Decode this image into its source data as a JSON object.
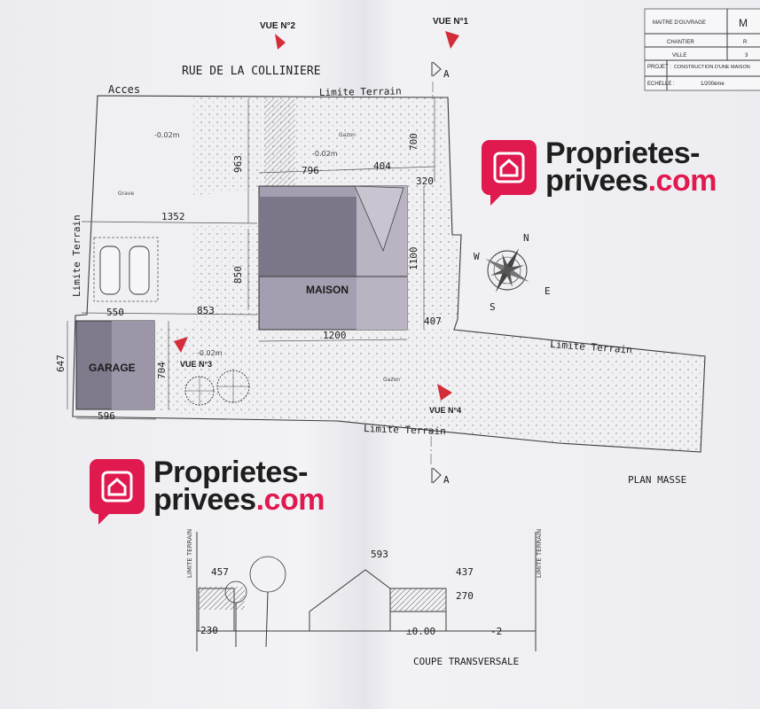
{
  "title_block": {
    "rows": [
      {
        "label": "MAITRE D'OUVRAGE",
        "value": "M"
      },
      {
        "label": "CHANTIER",
        "value": "R"
      },
      {
        "label": "VILLE",
        "value": "3"
      },
      {
        "label": "PROJET :",
        "value": "CONSTRUCTION D'UNE MAISON"
      },
      {
        "label": "ECHELLE :",
        "value": "1/200ème"
      }
    ]
  },
  "plan": {
    "street": "RUE DE LA COLLINIERE",
    "acces": "Acces",
    "limite_terrain": "Limite Terrain",
    "maison": "MAISON",
    "garage": "GARAGE",
    "grave": "Grave",
    "gazon": "Gazon",
    "plan_masse": "PLAN MASSE",
    "section_mark": "A",
    "views": [
      "VUE N°1",
      "VUE N°2",
      "VUE N°3",
      "VUE N°4"
    ],
    "levels": [
      "-0.02m",
      "-0.02m",
      "-0.02m"
    ],
    "dims": [
      "963",
      "796",
      "404",
      "700",
      "320",
      "1352",
      "1100",
      "850",
      "853",
      "550",
      "407",
      "1200",
      "647",
      "704",
      "596"
    ],
    "compass": [
      "N",
      "E",
      "S",
      "W"
    ]
  },
  "coupe": {
    "title": "COUPE TRANSVERSALE",
    "limite_terrain": "LIMITE TERRAIN",
    "dims": [
      "457",
      "593",
      "437",
      "270",
      "230",
      "±0.00",
      "-2"
    ]
  },
  "brand": {
    "name_part1": "Proprietes-",
    "name_part2": "privees",
    "name_part3": ".com"
  },
  "colors": {
    "brand_pink": "#e0194f",
    "building_fill": "#7d7688",
    "building_light": "#a59eb0"
  }
}
